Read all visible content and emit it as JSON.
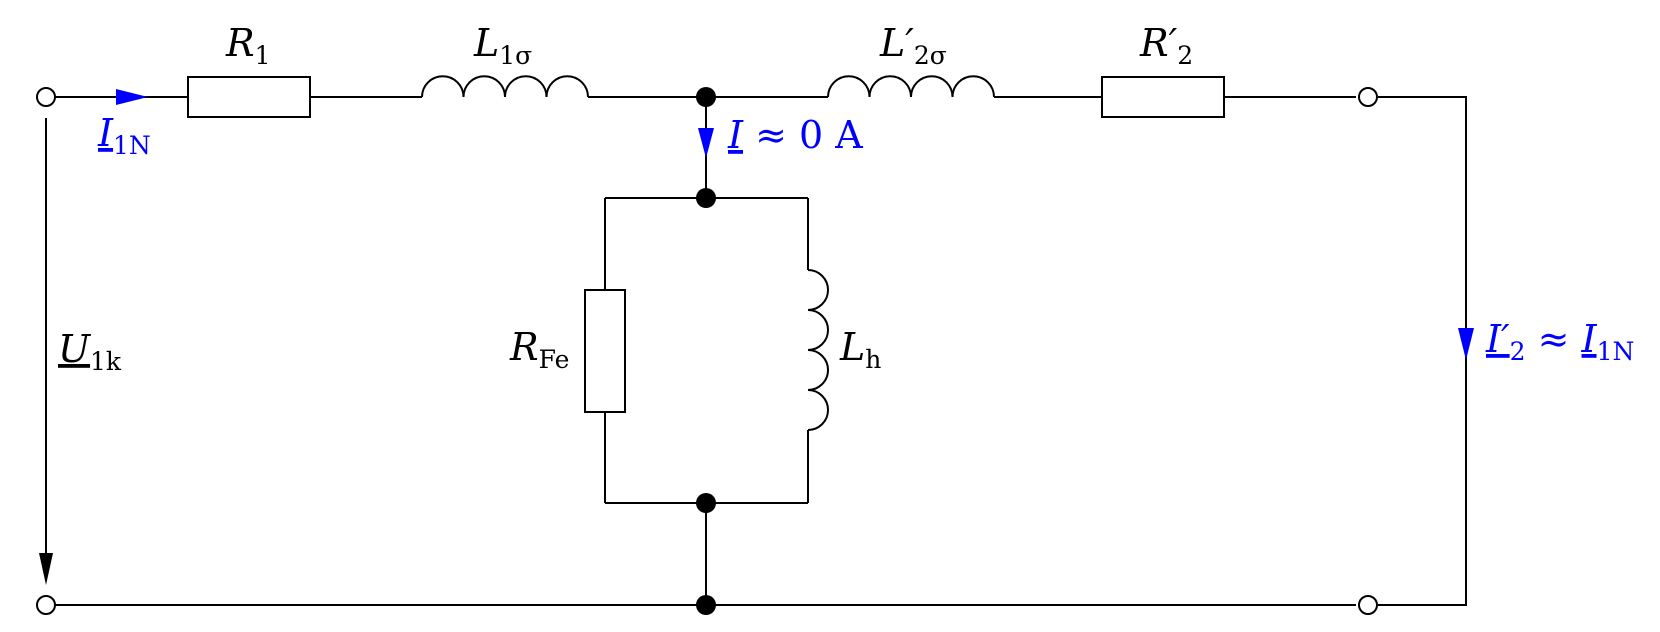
{
  "labels": {
    "r1": {
      "main": "R",
      "sub": "1"
    },
    "l1s": {
      "main": "L",
      "sub": "1σ"
    },
    "l2s": {
      "main": "L′",
      "sub": "2σ"
    },
    "r2": {
      "main": "R′",
      "sub": "2"
    },
    "rfe": {
      "main": "R",
      "sub": "Fe"
    },
    "lh": {
      "main": "L",
      "sub": "h"
    },
    "u1k": {
      "main": "U",
      "sub": "1k"
    },
    "i1n": {
      "main": "I",
      "sub": "1N"
    },
    "i0": {
      "main": "I",
      "rest": " ≈ 0 A"
    },
    "i2": {
      "main": "I′",
      "sub": "2",
      "mid": " ≈ ",
      "main2": "I",
      "sub2": "1N"
    }
  },
  "colors": {
    "wire": "#000000",
    "current": "#0000ff"
  }
}
